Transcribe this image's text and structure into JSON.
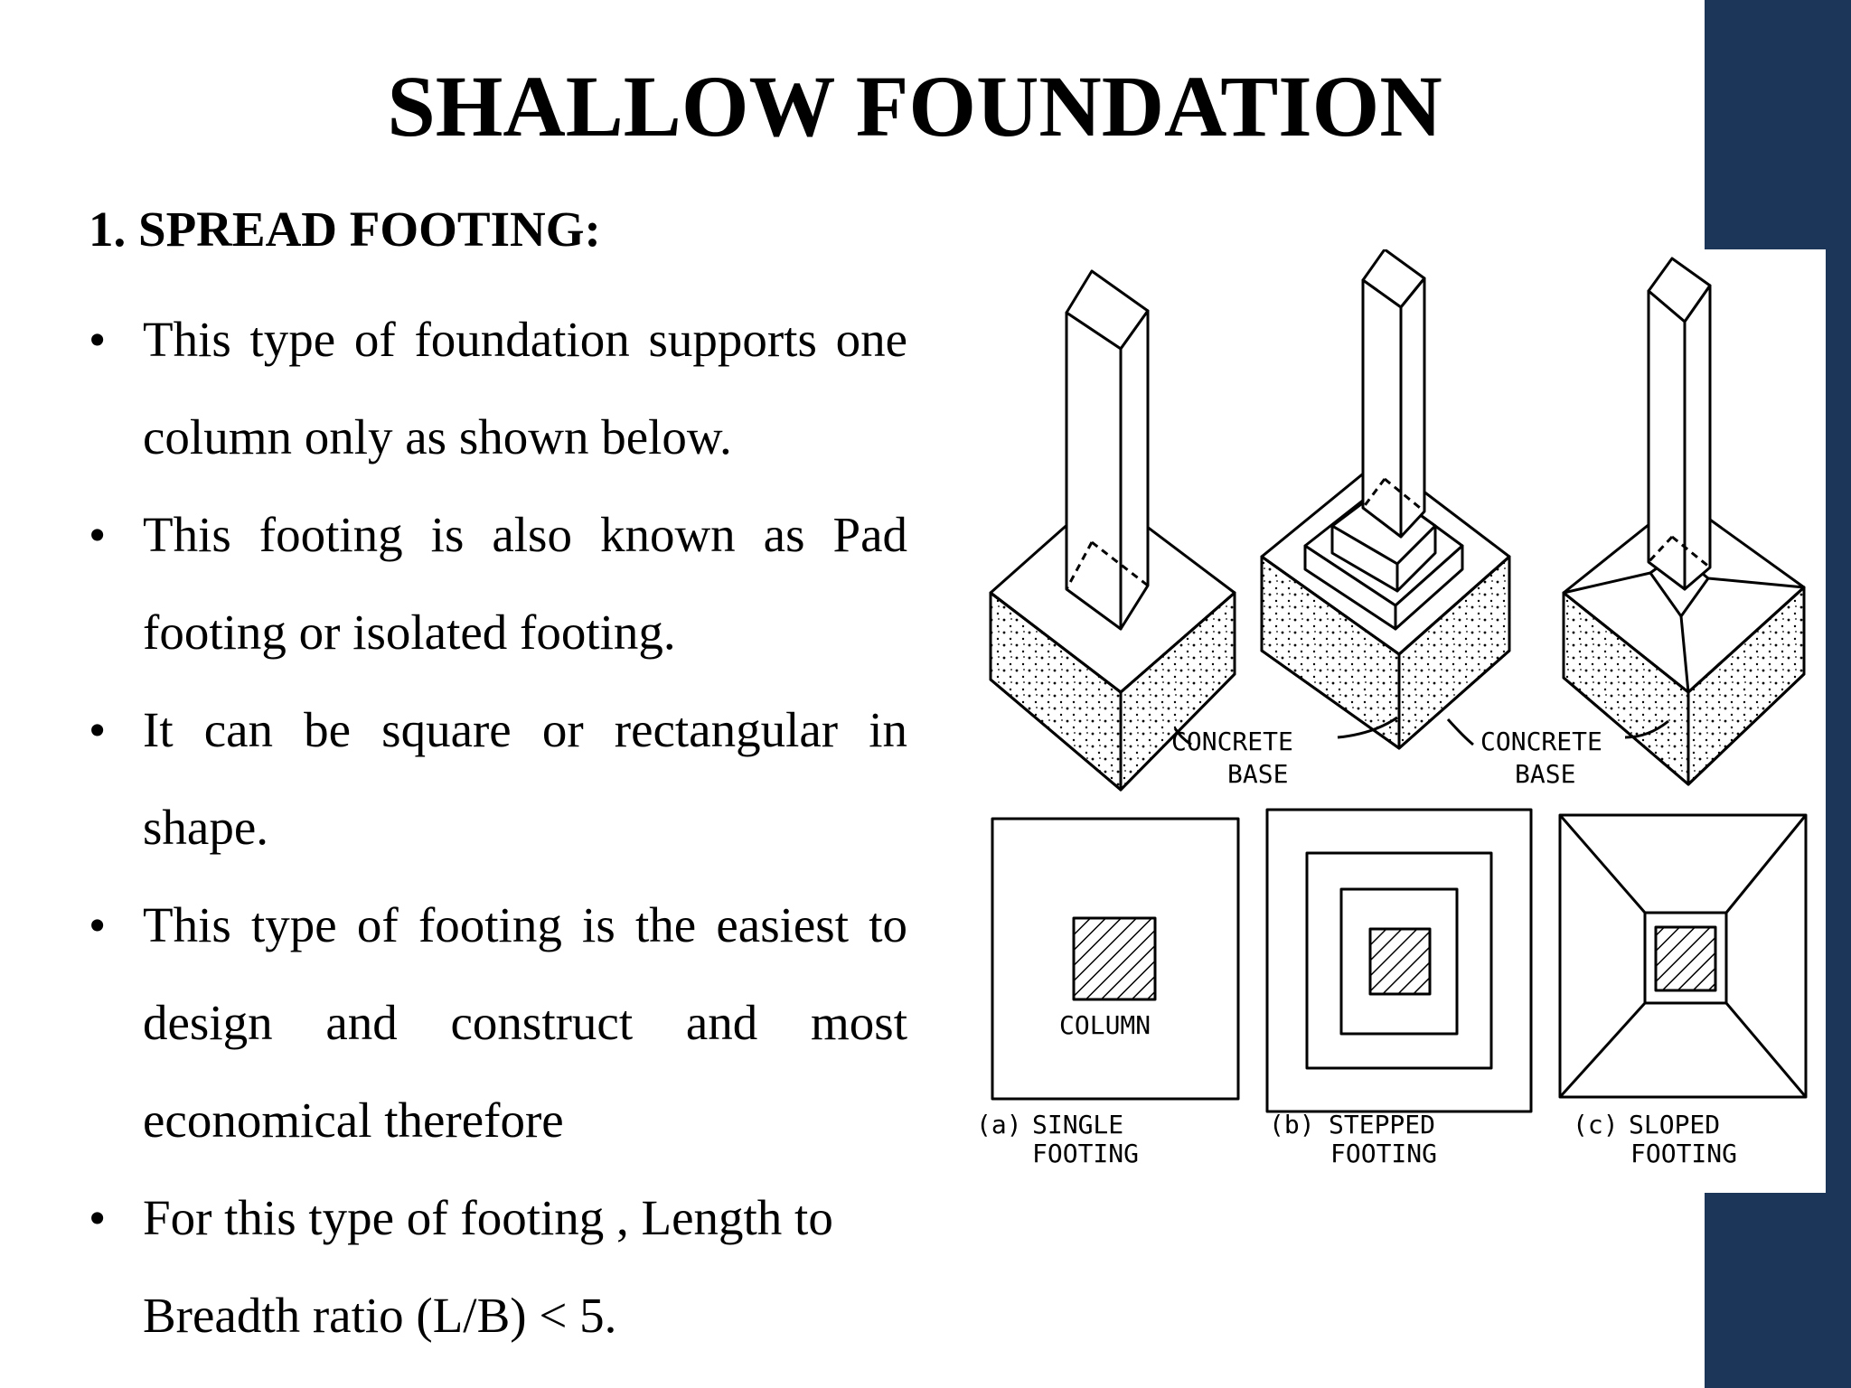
{
  "slide": {
    "title": "SHALLOW FOUNDATION",
    "heading": "1. SPREAD FOOTING:",
    "bullet_symbol": "•",
    "bullets": [
      "This type of foundation supports one column only as shown below.",
      "This footing is also known as Pad footing or isolated footing.",
      "It can be square or rectangular in shape.",
      "This type of footing is the easiest to design and construct and most economical therefore",
      "For this type of footing , Length to  Breadth ratio (L/B) < 5."
    ],
    "accent_color": "#1c365a"
  },
  "figure": {
    "labels": {
      "concrete_1": "CONCRETE",
      "base_1": "BASE",
      "concrete_2": "CONCRETE",
      "base_2": "BASE",
      "column": "COLUMN",
      "a_letter": "(a)",
      "a_line1": "SINGLE",
      "a_line2": "FOOTING",
      "b_letter": "(b)",
      "b_line1": "STEPPED",
      "b_line2": "FOOTING",
      "c_letter": "(c)",
      "c_line1": "SLOPED",
      "c_line2": "FOOTING"
    }
  }
}
